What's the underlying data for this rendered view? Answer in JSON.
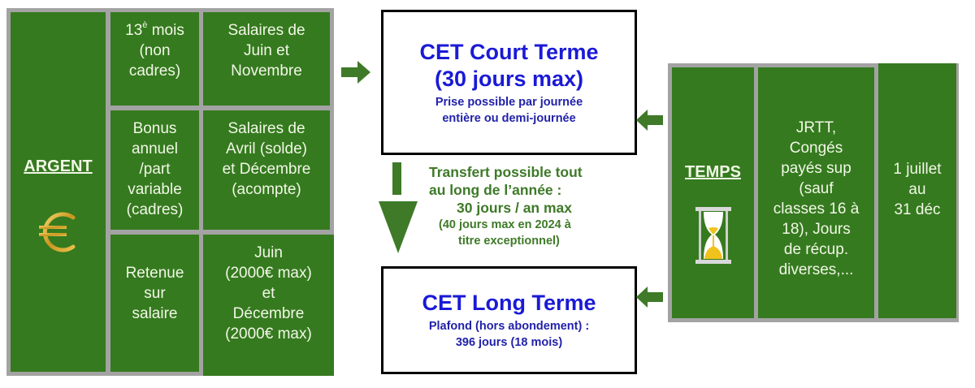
{
  "colors": {
    "cell_green": "#357a1f",
    "grid_gray": "#a3a3a3",
    "arrow_green": "#3e7a28",
    "title_blue": "#1a1ad6",
    "sub_blue": "#2222aa",
    "box_border": "#000000"
  },
  "argent": {
    "header": "ARGENT",
    "icon": "euro-icon",
    "rows": [
      {
        "source": "13è mois (non cadres)",
        "source_parts": [
          "13",
          "è",
          " mois",
          "(non",
          "cadres)"
        ],
        "period_lines": [
          "Salaires de",
          "Juin et",
          "Novembre"
        ]
      },
      {
        "source_lines": [
          "Bonus",
          "annuel",
          "/part",
          "variable",
          "(cadres)"
        ],
        "period_lines": [
          "Salaires de",
          "Avril (solde)",
          "et Décembre",
          "(acompte)"
        ]
      },
      {
        "source_lines": [
          "Retenue",
          "sur",
          "salaire"
        ],
        "period_lines": [
          "Juin",
          "(2000€ max)",
          "et",
          "Décembre",
          "(2000€ max)"
        ]
      }
    ]
  },
  "cet_court": {
    "title_lines": [
      "CET Court Terme",
      "(30 jours max)"
    ],
    "sub_lines": [
      "Prise possible par journée",
      "entière ou demi-journée"
    ]
  },
  "transfer": {
    "lines": [
      "Transfert possible tout",
      "au long de l’année :",
      "30 jours / an max"
    ],
    "note_lines": [
      "(40 jours max en 2024 à",
      "titre exceptionnel)"
    ]
  },
  "cet_long": {
    "title": "CET Long Terme",
    "sub_lines": [
      "Plafond (hors abondement) :",
      "396 jours (18 mois)"
    ]
  },
  "temps": {
    "header": "TEMPS",
    "icon": "hourglass-icon",
    "source_lines": [
      "JRTT,",
      "Congés",
      "payés sup",
      "(sauf",
      "classes 16 à",
      "18), Jours",
      "de récup.",
      "diverses,..."
    ],
    "period_lines": [
      "1 juillet",
      "au",
      "31 déc"
    ]
  }
}
